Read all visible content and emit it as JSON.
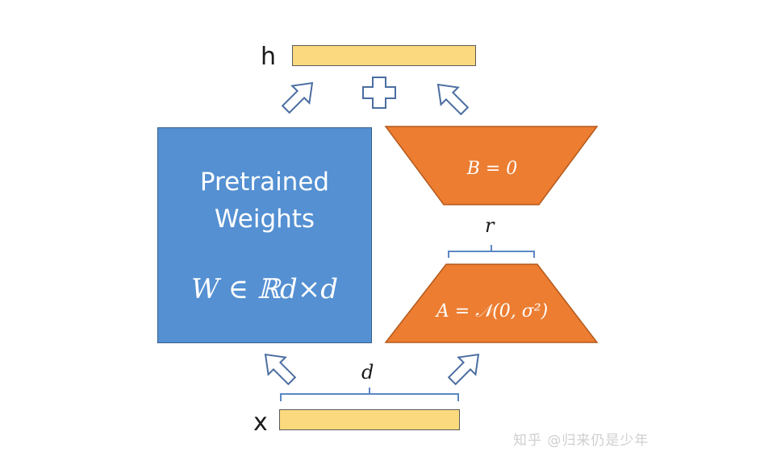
{
  "diagram": {
    "output_label": "h",
    "input_label": "x",
    "weights_title": "Pretrained Weights",
    "weights_formula": "W ∈ ℝd×d",
    "b_formula": "B = 0",
    "a_formula": "A = 𝒩(0, σ²)",
    "rank_label": "r",
    "dim_label": "d"
  },
  "watermark": "知乎 @归来仍是少年",
  "colors": {
    "bar_fill": "#fbd97e",
    "weights_fill": "#5490d2",
    "trapezoid_fill": "#ec7d31",
    "bracket": "#5b86c5"
  }
}
